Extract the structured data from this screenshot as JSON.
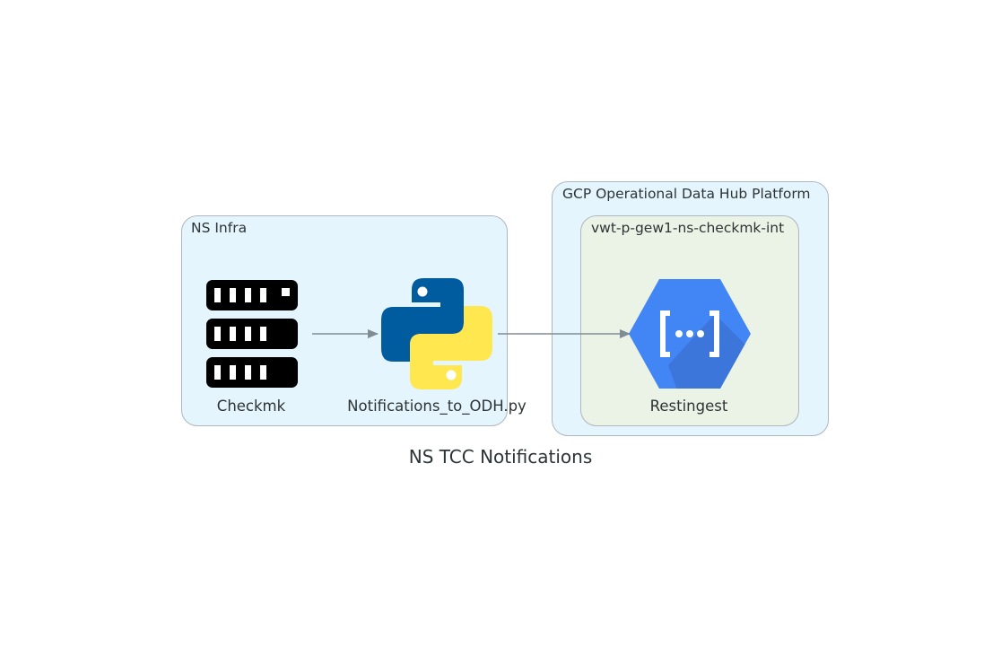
{
  "title": "NS TCC Notifications",
  "clusters": {
    "ns_infra": "NS Infra",
    "gcp_platform": "GCP Operational Data Hub Platform",
    "project": "vwt-p-gew1-ns-checkmk-int"
  },
  "nodes": {
    "checkmk": {
      "label": "Checkmk",
      "icon": "server-rack-icon"
    },
    "python": {
      "label": "Notifications_to_ODH.py",
      "icon": "python-icon"
    },
    "restingest": {
      "label": "Restingest",
      "icon": "cloud-functions-icon"
    }
  },
  "edges": [
    {
      "from": "Checkmk",
      "to": "Notifications_to_ODH.py"
    },
    {
      "from": "Notifications_to_ODH.py",
      "to": "Restingest"
    }
  ],
  "colors": {
    "cluster_outer": "#e5f5fd",
    "cluster_inner": "#ebf3e7",
    "edge": "#7f8c93",
    "gcp_blue": "#4285f4",
    "python_blue": "#2b5b84",
    "python_yellow": "#ffe873"
  }
}
